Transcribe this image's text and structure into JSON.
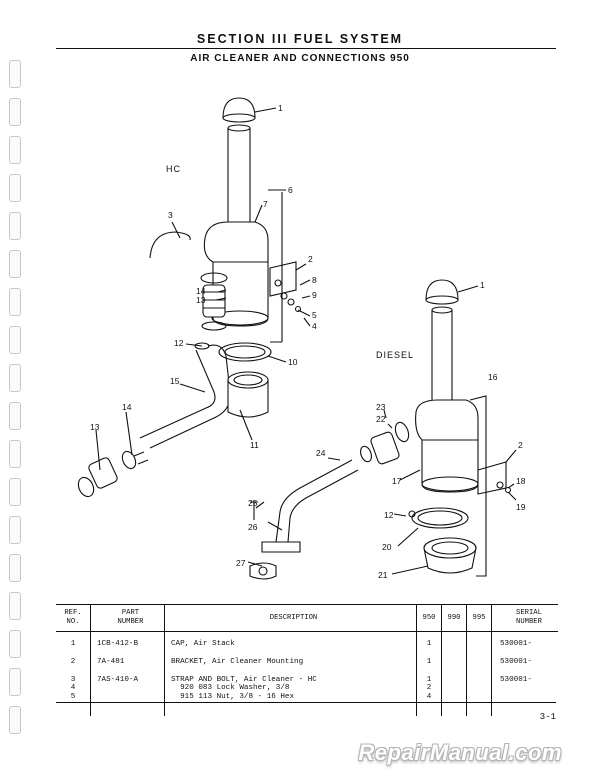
{
  "header": {
    "section_title": "SECTION III FUEL SYSTEM",
    "subtitle": "AIR CLEANER AND CONNECTIONS 950"
  },
  "diagram": {
    "hc_label": "HC",
    "diesel_label": "DIESEL",
    "callouts_hc": [
      "1",
      "6",
      "7",
      "3",
      "2",
      "8",
      "9",
      "14",
      "13",
      "5",
      "4",
      "12",
      "10",
      "15",
      "14",
      "13",
      "11"
    ],
    "callouts_diesel": [
      "1",
      "16",
      "23",
      "22",
      "2",
      "18",
      "24",
      "17",
      "19",
      "25",
      "12",
      "26",
      "20",
      "27",
      "21"
    ]
  },
  "table": {
    "headers": {
      "ref": "REF.\nNO.",
      "part": "PART\nNUMBER",
      "desc": "DESCRIPTION",
      "q950": "950",
      "q990": "990",
      "q995": "995",
      "serial": "SERIAL\nNUMBER"
    },
    "rows": [
      {
        "ref": "1",
        "part": "1CB-412-B",
        "desc": "CAP, Air Stack",
        "q950": "1",
        "q990": "",
        "q995": "",
        "serial": "530001-"
      },
      {
        "ref": "2",
        "part": "7A-481",
        "desc": "BRACKET, Air Cleaner Mounting",
        "q950": "1",
        "q990": "",
        "q995": "",
        "serial": "530001-"
      },
      {
        "ref": "3\n4\n5",
        "part": "7AS-410-A",
        "desc": "STRAP AND BOLT, Air Cleaner - HC\n  920 083 Lock Washer, 3/8\n  915 113 Nut, 3/8 - 16 Hex",
        "q950": "1\n2\n4",
        "q990": "",
        "q995": "",
        "serial": "530001-"
      }
    ]
  },
  "footer": {
    "page_number": "3-1",
    "watermark": "RepairManual.com"
  }
}
